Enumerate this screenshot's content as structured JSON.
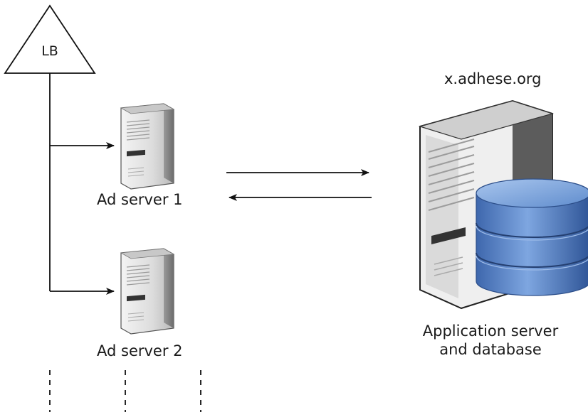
{
  "load_balancer": {
    "label": "LB",
    "icon": "triangle-lb-icon"
  },
  "ad_servers": [
    {
      "label": "Ad server 1",
      "icon": "tower-server-icon"
    },
    {
      "label": "Ad server 2",
      "icon": "tower-server-icon"
    }
  ],
  "app_server": {
    "hostname": "x.adhese.org",
    "label_line1": "Application server",
    "label_line2": "and database",
    "icon": "server-database-icon"
  },
  "colors": {
    "line": "#111111",
    "server_body": "#e6e6e6",
    "server_dark": "#3a3a3a",
    "db_blue": "#4a78bf",
    "db_light": "#7fa6de"
  }
}
